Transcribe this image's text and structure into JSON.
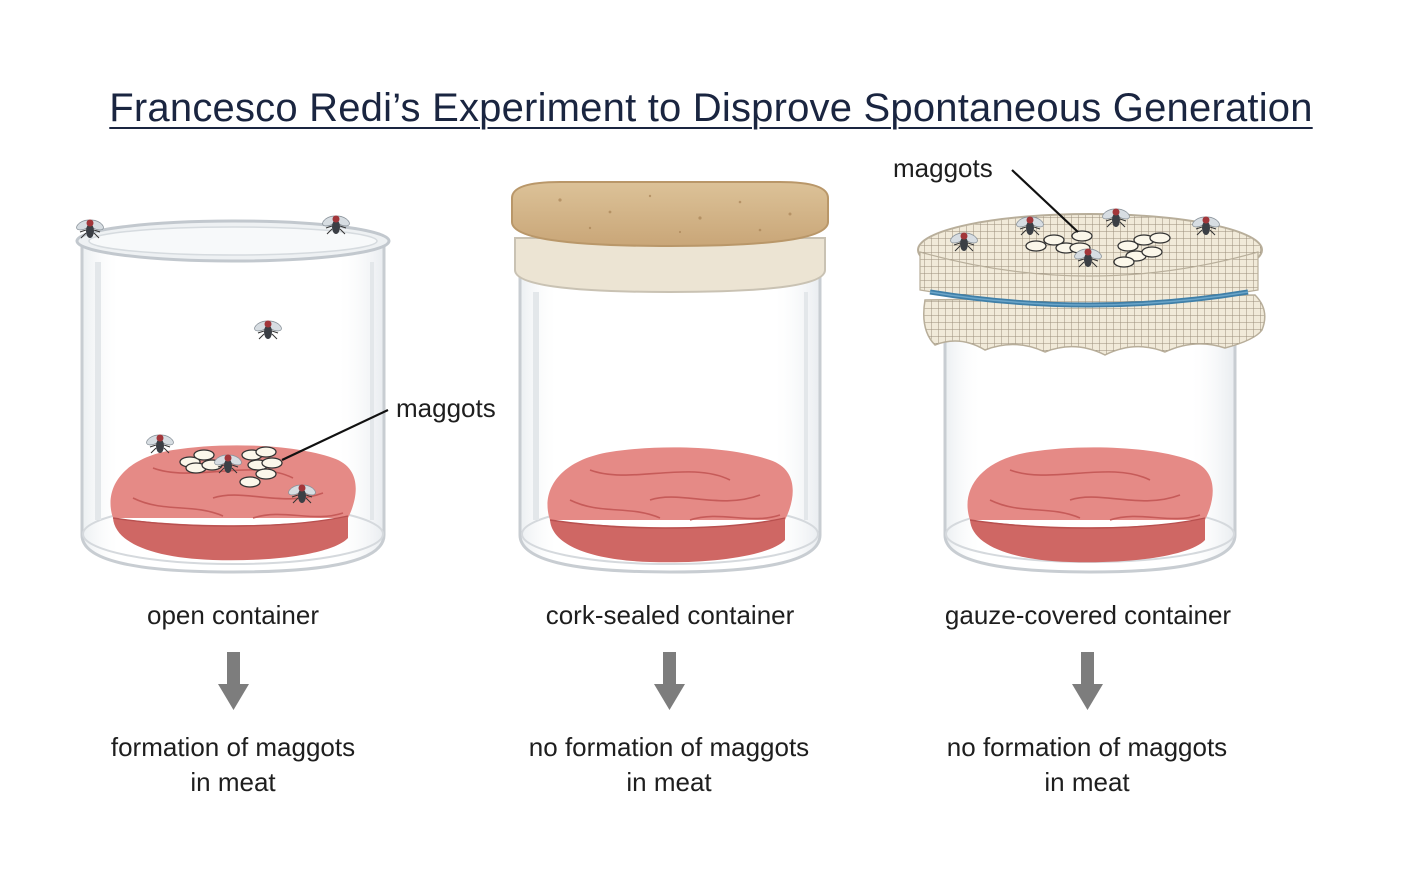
{
  "title": "Francesco Redi’s Experiment to Disprove Spontaneous Generation",
  "callouts": {
    "open_maggots": "maggots",
    "gauze_maggots": "maggots"
  },
  "containers": [
    {
      "label": "open container",
      "result_line1": "formation of maggots",
      "result_line2": "in meat"
    },
    {
      "label": "cork-sealed container",
      "result_line1": "no formation of maggots",
      "result_line2": "in meat"
    },
    {
      "label": "gauze-covered container",
      "result_line1": "no formation of maggots",
      "result_line2": "in meat"
    }
  ],
  "colors": {
    "title": "#1a2540",
    "meat": "#e07f7c",
    "meat_dark": "#c9605f",
    "cork": "#d8b68a",
    "gauze_band": "#3f7fa8",
    "arrow": "#7d7d7d",
    "glass": "#c8cdd2"
  },
  "icons": [
    "fly-icon",
    "maggot-icon",
    "arrow-down-icon"
  ]
}
